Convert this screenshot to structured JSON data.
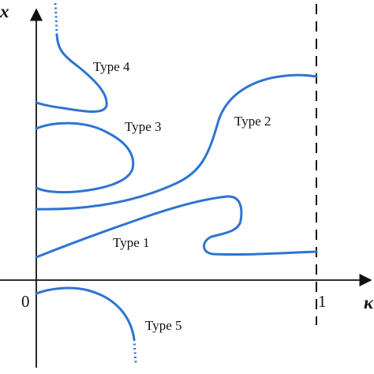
{
  "colors": {
    "curve": "#2e74d2",
    "axis": "#111111",
    "background": "#ffffff"
  },
  "axes": {
    "y_label": "x",
    "x_label": "κ",
    "origin_label": "0",
    "x_tick_label": "1"
  },
  "curve_labels": {
    "type1": "Type 1",
    "type2": "Type 2",
    "type3": "Type 3",
    "type4": "Type 4",
    "type5": "Type 5"
  }
}
